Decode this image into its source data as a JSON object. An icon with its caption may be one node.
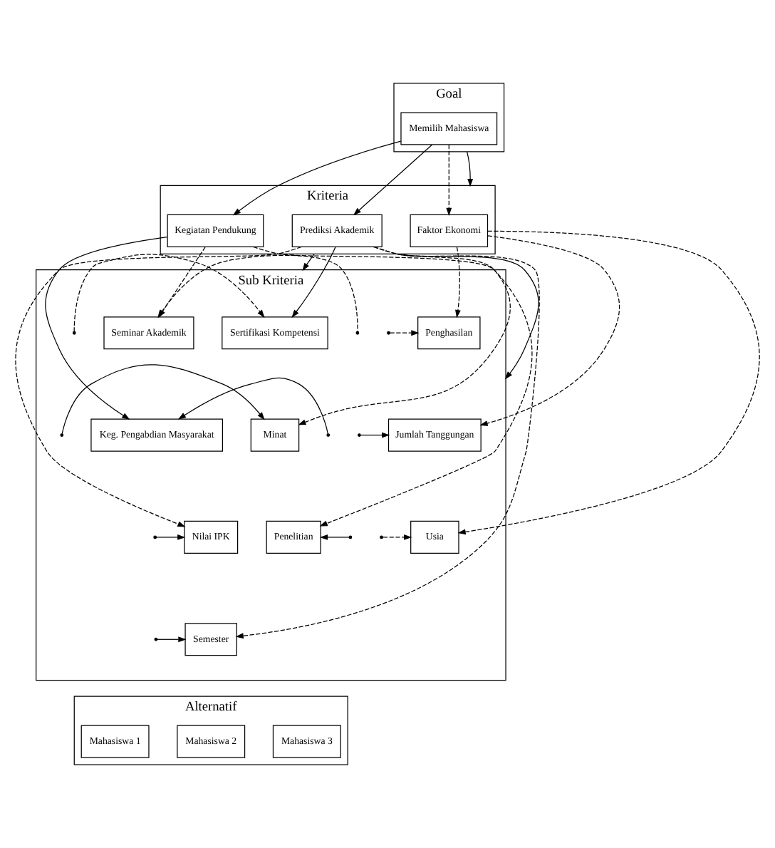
{
  "diagram": {
    "nodes": [
      {
        "text": [
          "Goal"
        ]
      },
      {
        "text": [
          "Memilih Mahasiswa"
        ],
        "in": 0
      },
      {
        "text": [
          "Kriteria"
        ]
      },
      {
        "text": [
          "Prediksi Akademik"
        ],
        "in": 2
      },
      {
        "text": [
          "Faktor Ekonomi"
        ],
        "in": 2
      },
      {
        "text": [
          "Kegiatan Pendukung"
        ],
        "in": 2
      },
      {
        "text": [
          "Sub Kriteria"
        ]
      },
      {
        "text": [
          "Sertifikasi Kompetensi"
        ],
        "in": 6
      },
      {
        "text": [
          "Minat"
        ],
        "in": 6
      },
      {
        "text": [
          "Nilai IPK"
        ],
        "in": 6
      },
      {
        "text": [
          "Semester"
        ],
        "in": 6
      },
      {
        "text": [
          "Penghasilan"
        ],
        "in": 6
      },
      {
        "text": [
          "Jumlah Tanggungan"
        ],
        "in": 6
      },
      {
        "text": [
          "Usia"
        ],
        "in": 6
      },
      {
        "text": [
          "Seminar Akademik"
        ],
        "in": 6
      },
      {
        "text": [
          "Keg. Pengabdian Masyarakat"
        ],
        "in": 6
      },
      {
        "text": [
          "Penelitian"
        ],
        "in": 6
      },
      {
        "text": [
          "Alternatif"
        ]
      },
      {
        "text": [
          "Mahasiswa 1"
        ],
        "in": 17
      },
      {
        "text": [
          "Mahasiswa 2"
        ],
        "in": 17
      },
      {
        "text": [
          "Mahasiswa 3"
        ],
        "in": 17
      }
    ],
    "edges": [
      {
        "from": 1,
        "to": 3,
        "arrow": "to"
      },
      {
        "from": 1,
        "to": 4,
        "arrow": "to",
        "style": "dashed"
      },
      {
        "from": 1,
        "to": 5,
        "arrow": "to"
      },
      {
        "from": 0,
        "to": 2,
        "arrow": "to"
      },
      {
        "from": 2,
        "to": 6,
        "arrow": "to"
      },
      {
        "from": 2,
        "to": 6,
        "arrow": "to"
      },
      {
        "from": 3,
        "to": 7,
        "arrow": "to"
      },
      {
        "from": 3,
        "to": 8,
        "arrow": "to",
        "style": "dashed"
      },
      {
        "from": 3,
        "to": 9,
        "arrow": "to",
        "style": "dashed"
      },
      {
        "from": 3,
        "to": 10,
        "arrow": "to",
        "style": "dashed"
      },
      {
        "from": 4,
        "to": 11,
        "arrow": "to",
        "style": "dashed"
      },
      {
        "from": 4,
        "to": 12,
        "arrow": "to",
        "style": "dashed"
      },
      {
        "from": 4,
        "to": 13,
        "arrow": "to",
        "style": "dashed"
      },
      {
        "from": 5,
        "to": 14,
        "arrow": "to",
        "style": "dashed"
      },
      {
        "from": 5,
        "to": 15,
        "arrow": "to"
      },
      {
        "from": 5,
        "to": 16,
        "arrow": "to",
        "style": "dashed"
      },
      {
        "from": null,
        "to": 7,
        "arrow": "to",
        "style": "dashed"
      },
      {
        "from": null,
        "to": 8,
        "arrow": "to"
      },
      {
        "from": null,
        "to": 9,
        "arrow": "to"
      },
      {
        "from": null,
        "to": 10,
        "arrow": "to"
      },
      {
        "from": null,
        "to": 11,
        "arrow": "to",
        "style": "dashed"
      },
      {
        "from": null,
        "to": 12,
        "arrow": "to"
      },
      {
        "from": null,
        "to": 13,
        "arrow": "to",
        "style": "dashed"
      },
      {
        "from": null,
        "to": 14,
        "arrow": "to",
        "style": "dashed"
      },
      {
        "from": null,
        "to": 15,
        "arrow": "to"
      },
      {
        "from": null,
        "to": 16,
        "arrow": "to"
      }
    ]
  }
}
